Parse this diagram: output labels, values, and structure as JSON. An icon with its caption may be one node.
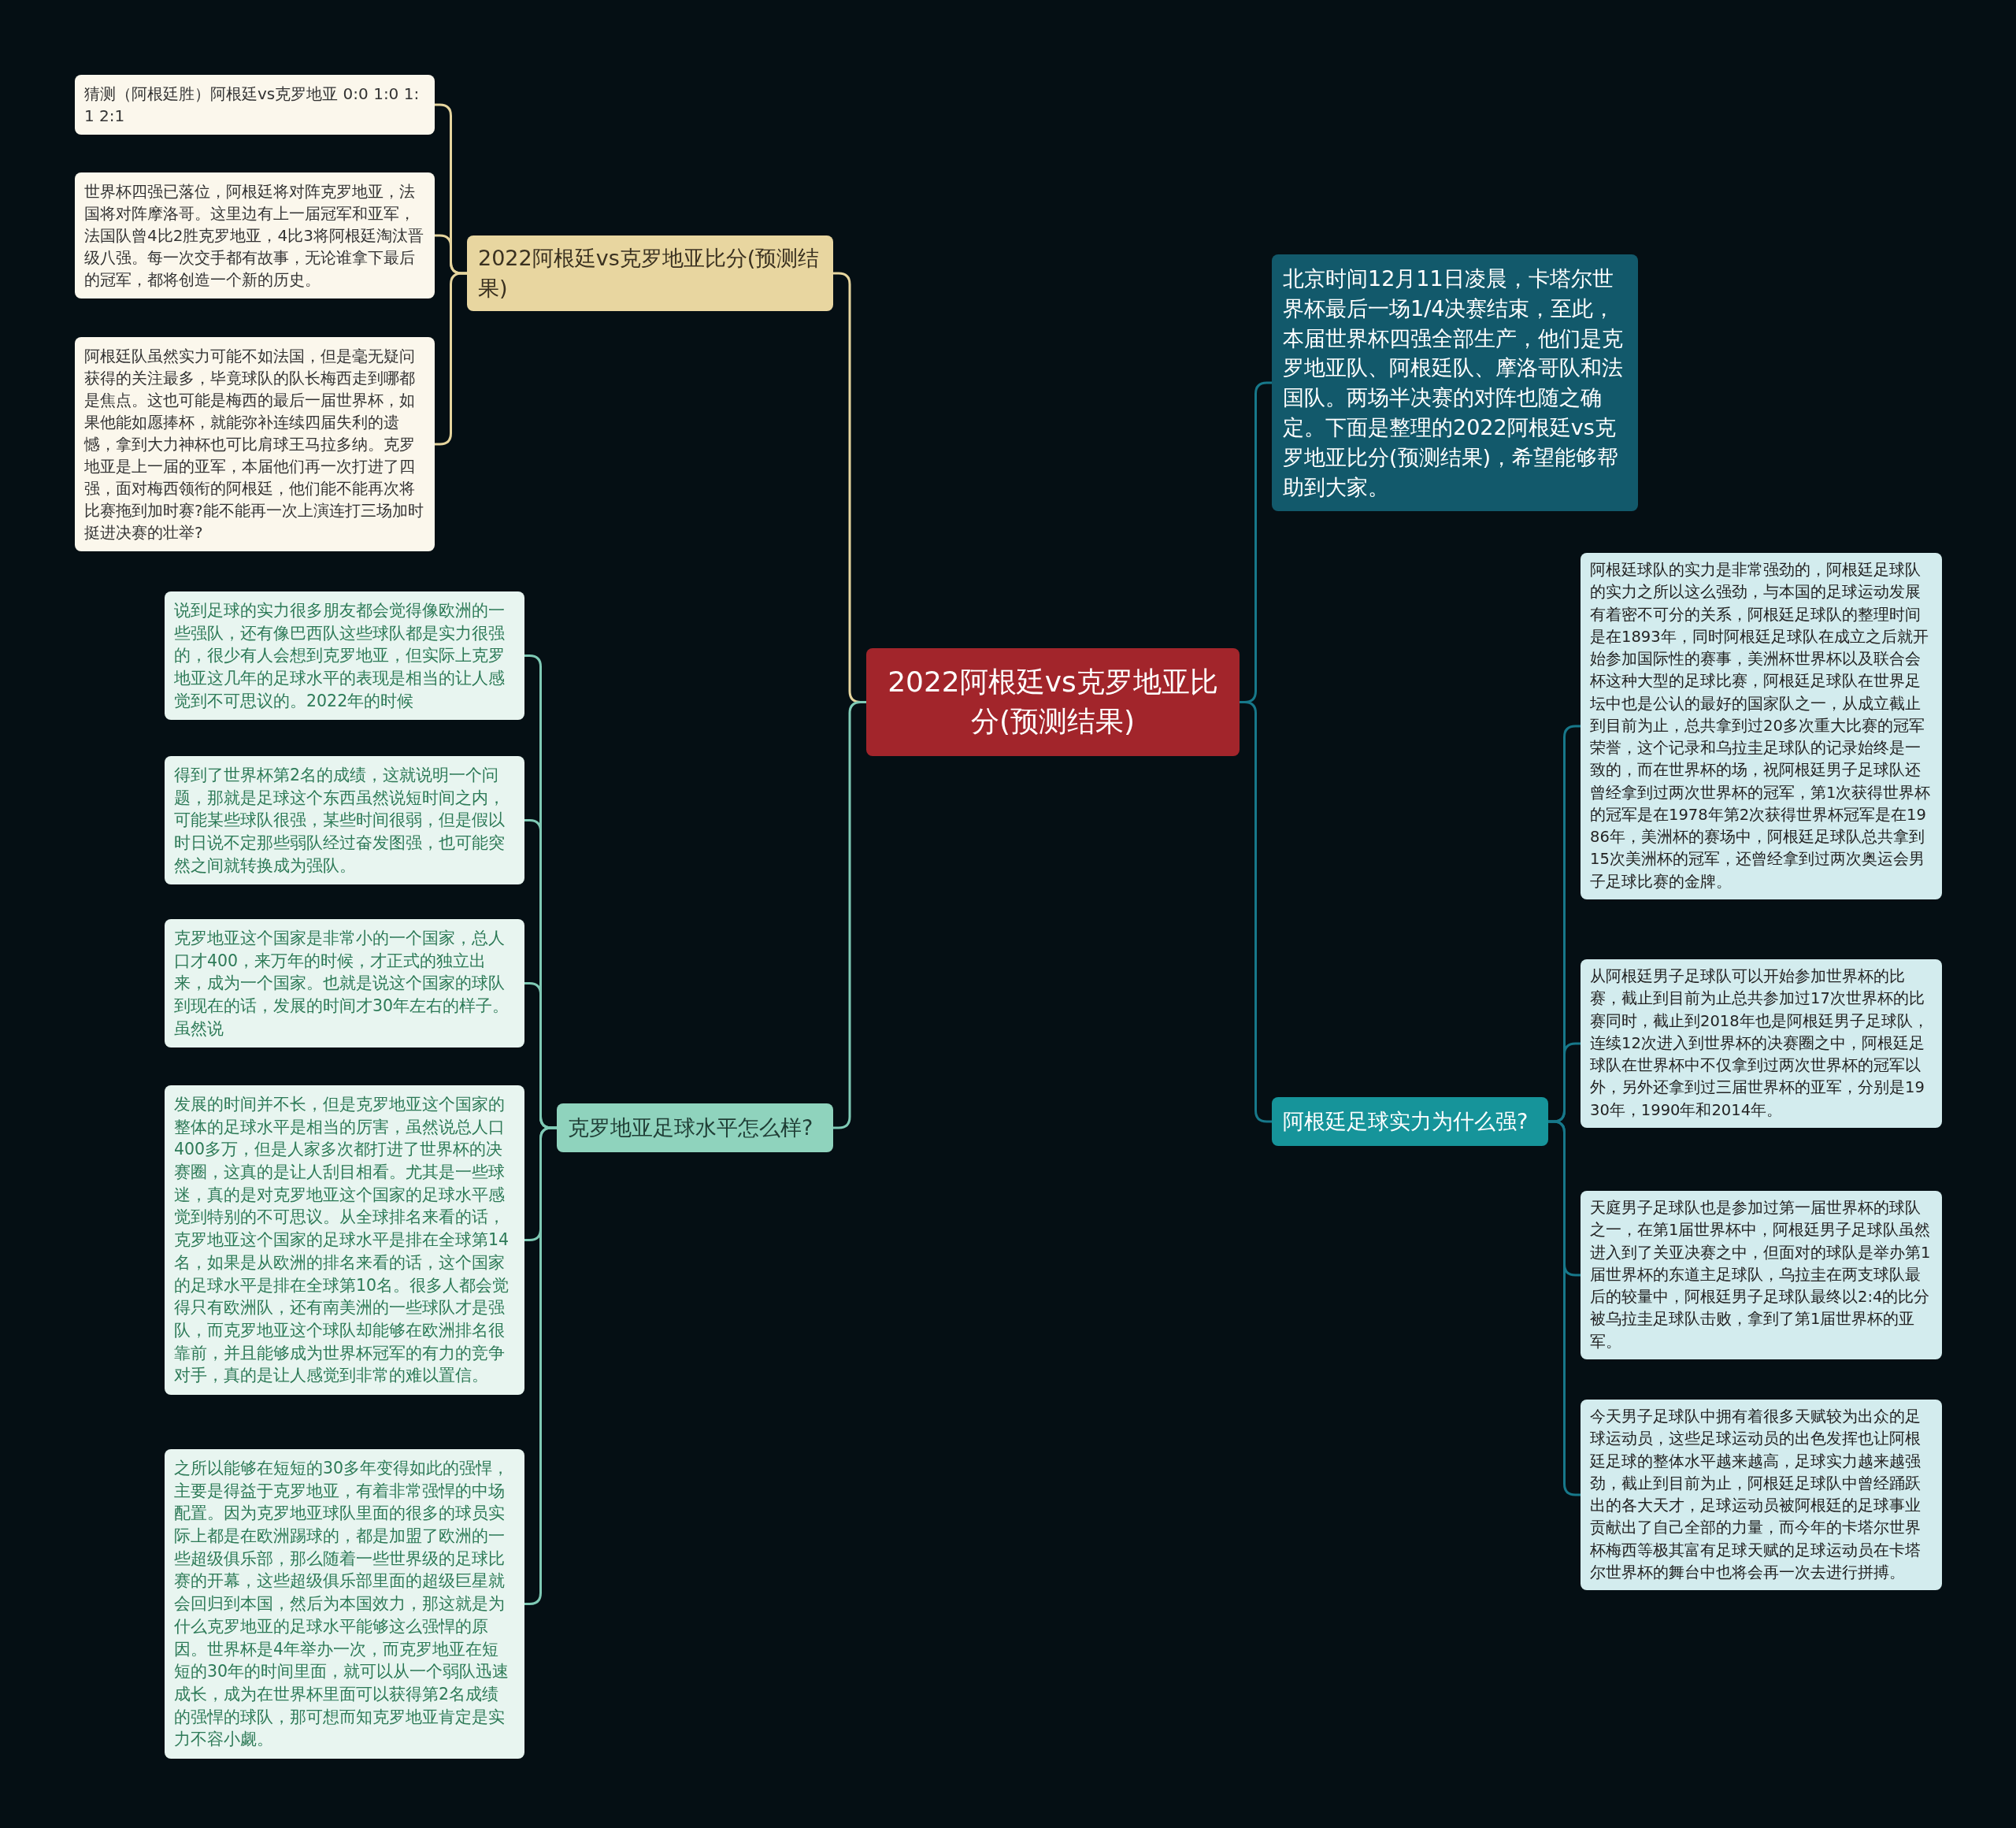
{
  "diagram": {
    "nodes": [
      {
        "text": [
          "2022阿根廷vs克罗地亚比分(预测结果)"
        ]
      },
      {
        "text": [
          "2022阿根廷vs克罗地亚比分(预测结果)"
        ]
      },
      {
        "text": [
          "猜测（阿根廷胜）阿根廷vs克罗地亚 0:0 1:0 1:1 2:1"
        ]
      },
      {
        "text": [
          "世界杯四强已落位，阿根廷将对阵克罗地亚，法国将对阵摩洛哥。这里边有上一届冠军和亚军，法国队曾4比2胜克罗地亚，4比3将阿根廷淘汰晋级八强。每一次交手都有故事，无论谁拿下最后的冠军，都将创造一个新的历史。"
        ]
      },
      {
        "text": [
          "阿根廷队虽然实力可能不如法国，但是毫无疑问获得的关注最多，毕竟球队的队长梅西走到哪都是焦点。这也可能是梅西的最后一届世界杯，如果他能如愿捧杯，就能弥补连续四届失利的遗憾，拿到大力神杯也可比肩球王马拉多纳。克罗地亚是上一届的亚军，本届他们再一次打进了四强，面对梅西领衔的阿根廷，他们能不能再次将比赛拖到加时赛?能不能再一次上演连打三场加时挺进决赛的壮举?"
        ]
      },
      {
        "text": [
          "克罗地亚足球水平怎么样?"
        ]
      },
      {
        "text": [
          "说到足球的实力很多朋友都会觉得像欧洲的一些强队，还有像巴西队这些球队都是实力很强的，很少有人会想到克罗地亚，但实际上克罗地亚这几年的足球水平的表现是相当的让人感觉到不可思议的。2022年的时候"
        ]
      },
      {
        "text": [
          "得到了世界杯第2名的成绩，这就说明一个问题，那就是足球这个东西虽然说短时间之内，可能某些球队很强，某些时间很弱，但是假以时日说不定那些弱队经过奋发图强，也可能突然之间就转换成为强队。"
        ]
      },
      {
        "text": [
          "克罗地亚这个国家是非常小的一个国家，总人口才400，来万年的时候，才正式的独立出来，成为一个国家。也就是说这个国家的球队到现在的话，发展的时间才30年左右的样子。虽然说"
        ]
      },
      {
        "text": [
          "发展的时间并不长，但是克罗地亚这个国家的整体的足球水平是相当的厉害，虽然说总人口400多万，但是人家多次都打进了世界杯的决赛圈，这真的是让人刮目相看。尤其是一些球迷，真的是对克罗地亚这个国家的足球水平感觉到特别的不可思议。从全球排名来看的话，克罗地亚这个国家的足球水平是排在全球第14名，如果是从欧洲的排名来看的话，这个国家的足球水平是排在全球第10名。很多人都会觉得只有欧洲队，还有南美洲的一些球队才是强队，而克罗地亚这个球队却能够在欧洲排名很靠前，并且能够成为世界杯冠军的有力的竞争对手，真的是让人感觉到非常的难以置信。"
        ]
      },
      {
        "text": [
          "之所以能够在短短的30多年变得如此的强悍，主要是得益于克罗地亚，有着非常强悍的中场配置。因为克罗地亚球队里面的很多的球员实际上都是在欧洲踢球的，都是加盟了欧洲的一些超级俱乐部，那么随着一些世界级的足球比赛的开幕，这些超级俱乐部里面的超级巨星就会回归到本国，然后为本国效力，那这就是为什么克罗地亚的足球水平能够这么强悍的原因。世界杯是4年举办一次，而克罗地亚在短短的30年的时间里面，就可以从一个弱队迅速成长，成为在世界杯里面可以获得第2名成绩的强悍的球队，那可想而知克罗地亚肯定是实力不容小觑。"
        ]
      },
      {
        "text": [
          "北京时间12月11日凌晨，卡塔尔世界杯最后一场1/4决赛结束，至此，本届世界杯四强全部生产，他们是克罗地亚队、阿根廷队、摩洛哥队和法国队。两场半决赛的对阵也随之确定。下面是整理的2022阿根廷vs克罗地亚比分(预测结果)，希望能够帮助到大家。"
        ]
      },
      {
        "text": [
          "阿根廷足球实力为什么强?"
        ]
      },
      {
        "text": [
          "阿根廷球队的实力是非常强劲的，阿根廷足球队的实力之所以这么强劲，与本国的足球运动发展有着密不可分的关系，阿根廷足球队的整理时间是在1893年，同时阿根廷足球队在成立之后就开始参加国际性的赛事，美洲杯世界杯以及联合会杯这种大型的足球比赛，阿根廷足球队在世界足坛中也是公认的最好的国家队之一，从成立截止到目前为止，总共拿到过20多次重大比赛的冠军荣誉，这个记录和乌拉圭足球队的记录始终是一致的，而在世界杯的场，祝阿根廷男子足球队还曾经拿到过两次世界杯的冠军，第1次获得世界杯的冠军是在1978年第2次获得世界杯冠军是在1986年，美洲杯的赛场中，阿根廷足球队总共拿到15次美洲杯的冠军，还曾经拿到过两次奥运会男子足球比赛的金牌。"
        ]
      },
      {
        "text": [
          "从阿根廷男子足球队可以开始参加世界杯的比赛，截止到目前为止总共参加过17次世界杯的比赛同时，截止到2018年也是阿根廷男子足球队，连续12次进入到世界杯的决赛圈之中，阿根廷足球队在世界杯中不仅拿到过两次世界杯的冠军以外，另外还拿到过三届世界杯的亚军，分别是1930年，1990年和2014年。"
        ]
      },
      {
        "text": [
          "天庭男子足球队也是参加过第一届世界杯的球队之一，在第1届世界杯中，阿根廷男子足球队虽然进入到了关亚决赛之中，但面对的球队是举办第1届世界杯的东道主足球队，乌拉圭在两支球队最后的较量中，阿根廷男子足球队最终以2:4的比分被乌拉圭足球队击败，拿到了第1届世界杯的亚军。"
        ]
      },
      {
        "text": [
          "今天男子足球队中拥有着很多天赋较为出众的足球运动员，这些足球运动员的出色发挥也让阿根廷足球的整体水平越来越高，足球实力越来越强劲，截止到目前为止，阿根廷足球队中曾经踊跃出的各大天才，足球运动员被阿根廷的足球事业贡献出了自己全部的力量，而今年的卡塔尔世界杯梅西等极其富有足球天赋的足球运动员在卡塔尔世界杯的舞台中也将会再一次去进行拼搏。"
        ]
      }
    ],
    "edges": [
      {
        "from": 0,
        "to": 1,
        "arrow": "none",
        "color": "#e6d59e"
      },
      {
        "from": 1,
        "to": 2,
        "arrow": "none",
        "color": "#e6d59e"
      },
      {
        "from": 1,
        "to": 3,
        "arrow": "none",
        "color": "#e6d59e"
      },
      {
        "from": 1,
        "to": 4,
        "arrow": "none",
        "color": "#e6d59e"
      },
      {
        "from": 0,
        "to": 5,
        "arrow": "none",
        "color": "#7fcab5"
      },
      {
        "from": 5,
        "to": 6,
        "arrow": "none",
        "color": "#7fcab5"
      },
      {
        "from": 5,
        "to": 7,
        "arrow": "none",
        "color": "#7fcab5"
      },
      {
        "from": 5,
        "to": 8,
        "arrow": "none",
        "color": "#7fcab5"
      },
      {
        "from": 5,
        "to": 9,
        "arrow": "none",
        "color": "#7fcab5"
      },
      {
        "from": 5,
        "to": 10,
        "arrow": "none",
        "color": "#7fcab5"
      },
      {
        "from": 0,
        "to": 11,
        "arrow": "none",
        "color": "#17788a"
      },
      {
        "from": 0,
        "to": 12,
        "arrow": "none",
        "color": "#17788a"
      },
      {
        "from": 12,
        "to": 13,
        "arrow": "none",
        "color": "#17788a"
      },
      {
        "from": 12,
        "to": 14,
        "arrow": "none",
        "color": "#17788a"
      },
      {
        "from": 12,
        "to": 15,
        "arrow": "none",
        "color": "#17788a"
      },
      {
        "from": 12,
        "to": 16,
        "arrow": "none",
        "color": "#17788a"
      }
    ]
  }
}
